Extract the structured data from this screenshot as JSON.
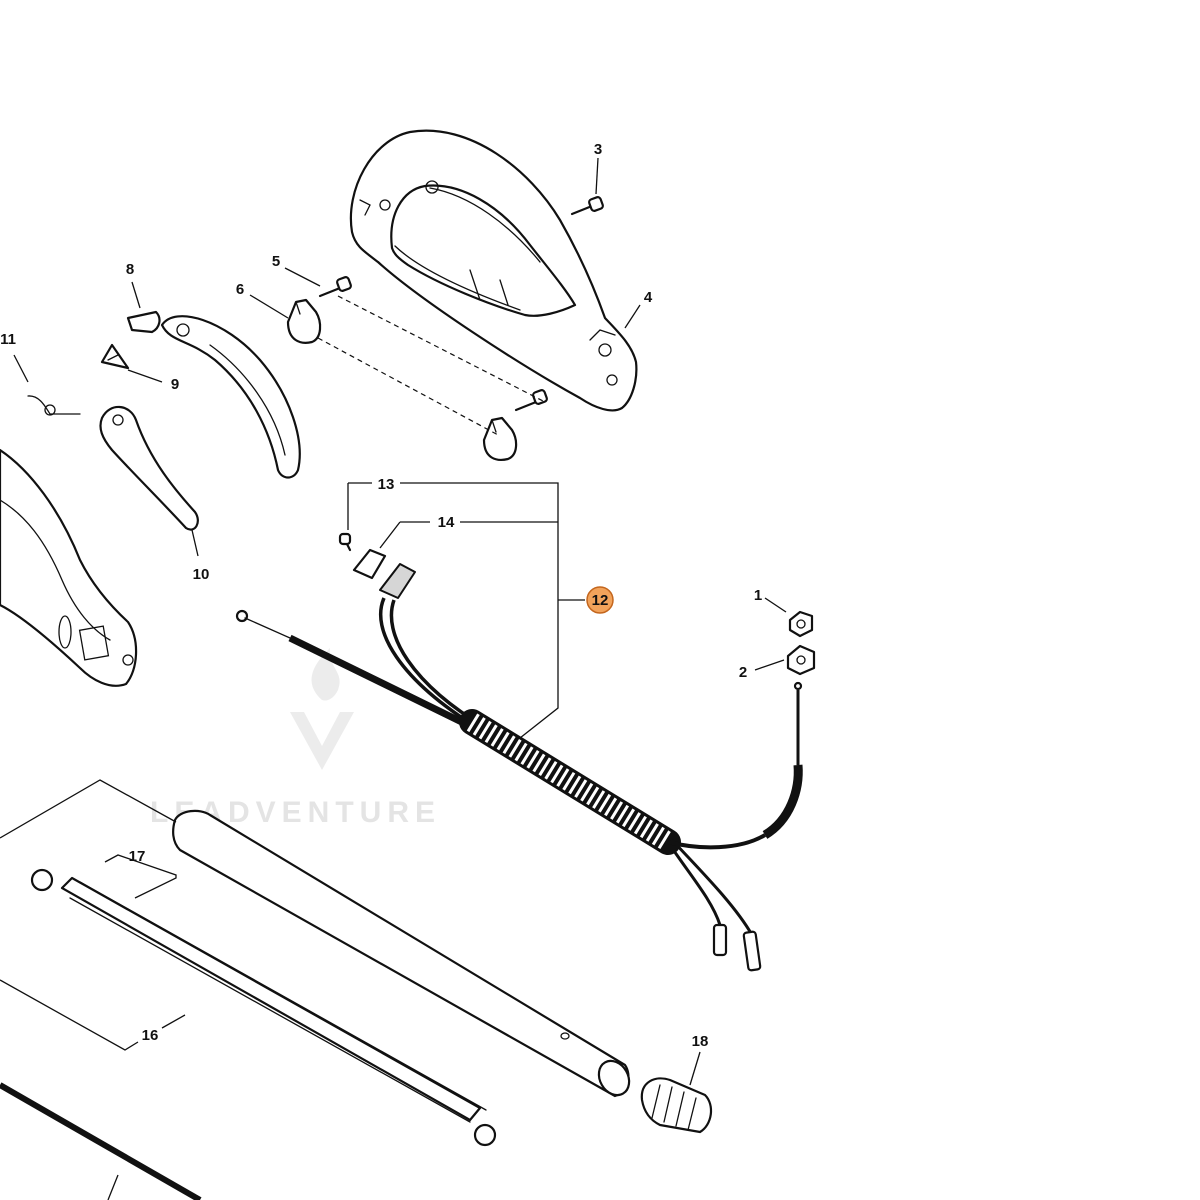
{
  "watermark": {
    "text": "LEADVENTURE"
  },
  "highlight": {
    "color": "#f2a35b",
    "stroke": "#c4661d"
  },
  "callouts": {
    "c1": "1",
    "c2": "2",
    "c3": "3",
    "c4": "4",
    "c5": "5",
    "c6": "6",
    "c8": "8",
    "c9": "9",
    "c10": "10",
    "c11": "11",
    "c12": "12",
    "c13": "13",
    "c14": "14",
    "c16": "16",
    "c17": "17",
    "c18": "18"
  }
}
